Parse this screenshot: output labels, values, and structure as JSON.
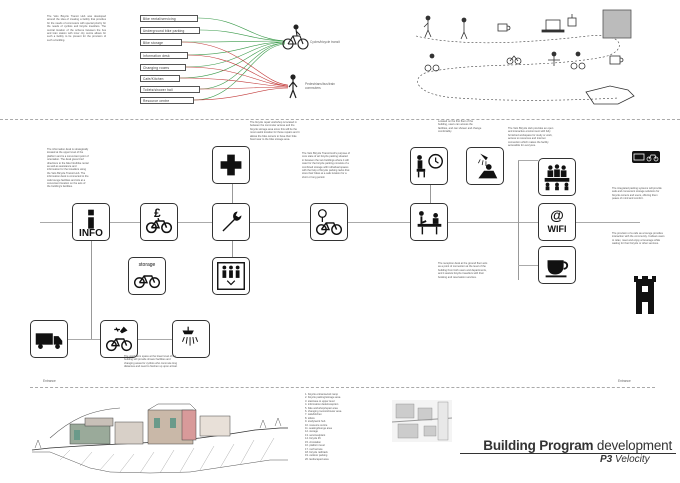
{
  "intro_paragraph": "The Velo Bicycle Transit Hub was developed around the idea of creating a facility that provides for the needs of commuters with special priority for the needs of cyclists and bicycle travellers. The central location of the scheme between the bus and train station with inner city centre allows for such a facility to be present for the provision of such a building.",
  "program_tags": [
    "Bike rental/servicing",
    "Underground bike parking",
    "Bike storage",
    "Information desk",
    "Changing rooms",
    "Cafe/Kitchen",
    "Toilets/shower hall",
    "Resource centre"
  ],
  "user_labels": {
    "cyclist": "Cycles/bicycle transit",
    "pedestrian": "Pedestrians/bus/train commuters"
  },
  "nodes": {
    "info": "INFO",
    "wifi": "WIFI",
    "storage": "storage",
    "currency": "£"
  },
  "annotations": {
    "info_desc": "The information desk is strategically located at the upper level of the platform and is a convenient point of orientation. The desk gives brief directions to the bike hire/bike rental as well as assistance and information for the travellers using the Velo Bicycle Transit Hub. The information desk is connected to the cafe lounge facilities and sits at a convenient location on the axis of the building's facilities.",
    "repair_desc": "The bicycle repair workshop is located in between the commuter access and the bicycle storage area since this will be the most useful location for those repairs and it allows the bike owners to have their bike fixed near to the bike storage area.",
    "parking_desc": "The Velo Bicycle Transit Hub's purpose of core state of art bicycle parking situated in between the two buildings where it will cater for the bicycle parking consists of a combined storage with individual spaces with the help of bicycle parking racks that store their bikes at a safe location for a short or long period.",
    "changing_desc": "Located on the first floor of the building, users can access the facilities, and can shower and change comfortably.",
    "reception_desc": "The reception desk at the ground floor acts as a point of connection at the level of the building from both users and departments, and it assists bicycle travellers with their booking and reservation services.",
    "hub_desc": "The Velo Bicycle Hub provides an open and interactive environment with fully furnished workspace for study or work, access to resources and internet connection which makes the facility accessible for everyone.",
    "bikerail_desc": "The integrated parking systems will provide safe and convenient storage solutions for bicycle owners and users, offering them peace of mind and comfort.",
    "cafe_desc": "The provision of a cafe as a lounge provides interaction with the community. It allows users to relax, meet and enjoy a beverage while waiting for their bicycle or other services.",
    "shower_desc": "The washroom space at the lower level of the building will provide shower facilities and changing areas for cyclists who commute long distances and need to freshen up upon arrival."
  },
  "axis_labels": {
    "left": "Entrance",
    "right": "Entrance"
  },
  "legend_items": [
    "1. bicycle entrance/exit ramp",
    "2. bicycle parking/storage area",
    "3. staircase to upper level",
    "4. information desk/reception",
    "5. bike workshop/repair area",
    "6. changing rooms/shower area",
    "7. cafe/kitchen",
    "8. toilets",
    "9. study/work hub",
    "10. resource centre",
    "11. seating/lounge area",
    "12. storage",
    "13. services/plant",
    "14. bicycle lift",
    "15. circulation",
    "16. platform level",
    "17. roof terrace",
    "18. bicycle rail/track",
    "19. outdoor parking",
    "20. landscaped area"
  ],
  "title": {
    "main_bold": "Building Program",
    "main_light": "development",
    "sub_bold": "P3",
    "sub_light": "Velocity"
  },
  "colors": {
    "green_link": "#3a9a4a",
    "red_link": "#c23a3a",
    "wall": "#c9b8a8",
    "pink": "#d89a9a",
    "teal": "#6a9a8a"
  }
}
